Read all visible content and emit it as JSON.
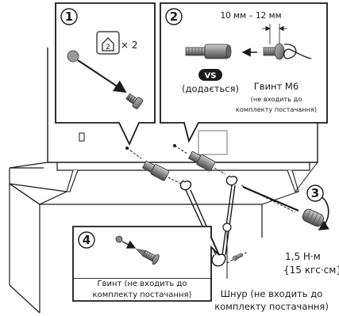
{
  "steps": {
    "s1": "1",
    "s2": "2",
    "s3": "3",
    "s4": "4"
  },
  "callout1": {
    "part_count": "× 2",
    "part_number": "2"
  },
  "callout2": {
    "gap_label": "10 мм – 12 мм",
    "vs_badge": "VS",
    "included_label": "(додається)",
    "screw_title": "Гвинт М6",
    "screw_note_line1": "(не входить до",
    "screw_note_line2": "комплекту постачання)"
  },
  "torque": {
    "line1": "1,5 Н·м",
    "line2": "{15 кгс·см}"
  },
  "callout4": {
    "line1": "Гвинт (не входить до",
    "line2": "комплекту постачання)"
  },
  "cord": {
    "line1": "Шнур (не входить до",
    "line2": "комплекту постачання)"
  },
  "colors": {
    "line": "#1a1a1a",
    "screw_gray": "#8a8a8a",
    "screw_dark": "#3a3a3a",
    "badge_bg": "#1a1a1a",
    "badge_fg": "#ffffff"
  }
}
